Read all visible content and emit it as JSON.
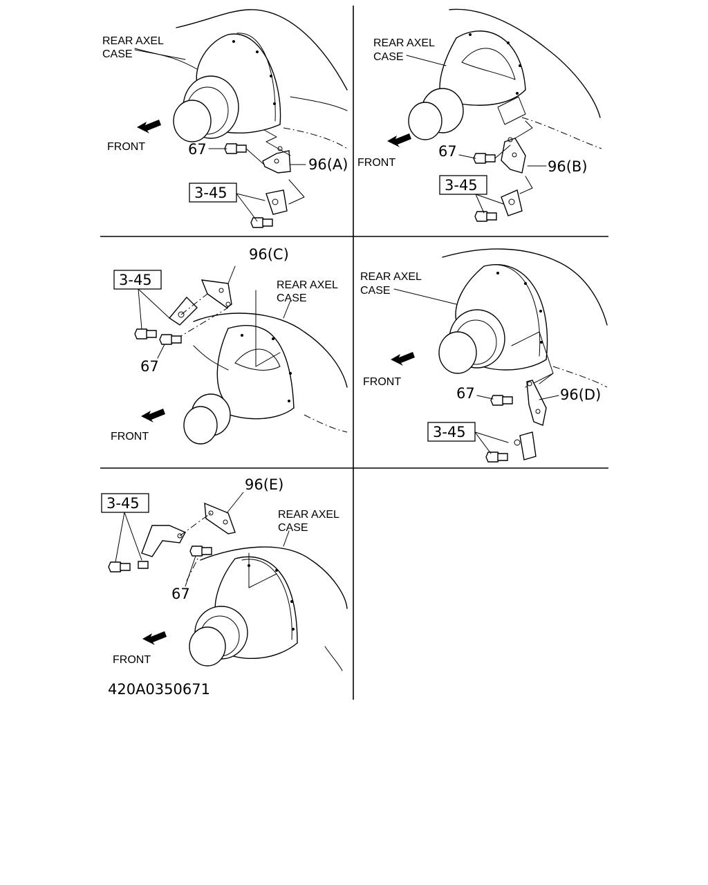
{
  "labels": {
    "rear_axel_case_line1": "REAR AXEL",
    "rear_axel_case_line2": "CASE",
    "front": "FRONT",
    "bolt": "67",
    "ref": "3-45",
    "bracket_a": "96(A)",
    "bracket_b": "96(B)",
    "bracket_c": "96(C)",
    "bracket_d": "96(D)",
    "bracket_e": "96(E)",
    "drawing_number": "420A0350671"
  },
  "colors": {
    "line": "#000000",
    "background": "#ffffff"
  },
  "icons": [
    "front-arrow-icon",
    "bolt-icon",
    "bracket-icon",
    "axle-case-icon"
  ]
}
